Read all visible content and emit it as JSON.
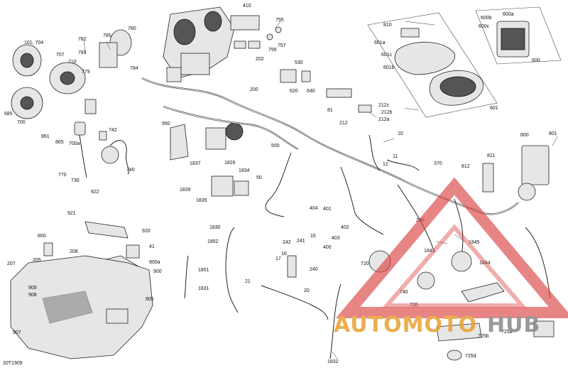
{
  "diagram": {
    "id_code": "20T1909",
    "labels": {
      "101_704": "101, 704",
      "782": "782",
      "785": "785",
      "780": "780",
      "707": "707",
      "710": "710",
      "783": "783",
      "779": "779",
      "784": "784",
      "685": "685",
      "700": "700",
      "861": "861",
      "865": "865",
      "700a": "700a",
      "742": "742",
      "740": "740",
      "770": "770",
      "730": "730",
      "950": "950",
      "410": "410",
      "755": "755",
      "202": "202",
      "756": "756",
      "757": "757",
      "200": "200",
      "530": "530",
      "620": "620",
      "640": "640",
      "81": "81",
      "212c": "212c",
      "212b": "212b",
      "212a": "212a",
      "212": "212",
      "810": "810",
      "601a": "601a",
      "601c": "601c",
      "601b": "601b",
      "601": "601",
      "600a": "600a",
      "600b": "600b",
      "600c": "600c",
      "600": "600",
      "500": "500",
      "10": "10",
      "11": "11",
      "12": "12",
      "800": "800",
      "801": "801",
      "811": "811",
      "812": "812",
      "370": "370",
      "1837": "1837",
      "1826": "1826",
      "1834": "1834",
      "1839": "1839",
      "1835": "1835",
      "50": "50",
      "922": "922",
      "921": "921",
      "920": "920",
      "850": "850",
      "208": "208",
      "41": "41",
      "205": "205",
      "207": "207",
      "900a": "900a",
      "900": "900",
      "909": "909",
      "908": "908",
      "905": "905",
      "907": "907",
      "1830": "1830",
      "1852": "1852",
      "1851": "1851",
      "1831": "1831",
      "404": "404",
      "401": "401",
      "402": "402",
      "403": "403",
      "400": "400",
      "15": "15",
      "242": "242",
      "241": "241",
      "16": "16",
      "17": "17",
      "240": "240",
      "21": "21",
      "20": "20",
      "720": "720",
      "280": "280",
      "1843": "1843",
      "1845": "1845",
      "1844": "1844",
      "740b": "740",
      "720b": "720",
      "725b": "725b",
      "725a": "725a",
      "725d": "725d",
      "1832": "1832"
    }
  },
  "watermark": {
    "brand_left": "AUTOMOTO",
    "brand_right": "HUB",
    "color_red": "#d94040",
    "color_orange": "#e8a030",
    "color_gray": "#888888"
  }
}
